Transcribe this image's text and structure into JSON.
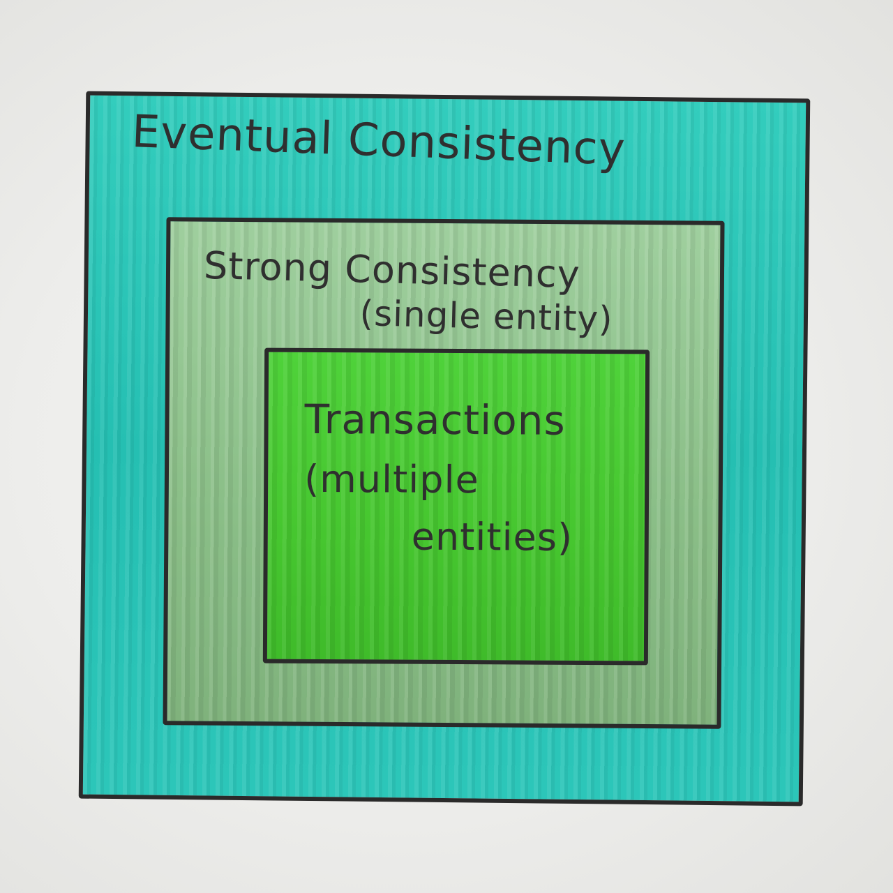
{
  "diagram": {
    "outer": {
      "label": "Eventual Consistency",
      "color": "#2cc6b9"
    },
    "middle": {
      "label_line1": "Strong Consistency",
      "label_line2": "(single entity)",
      "color": "#8bbf88"
    },
    "inner": {
      "label_line1": "Transactions",
      "label_line2": "(multiple",
      "label_line3": "entities)",
      "color": "#46c62f"
    }
  }
}
